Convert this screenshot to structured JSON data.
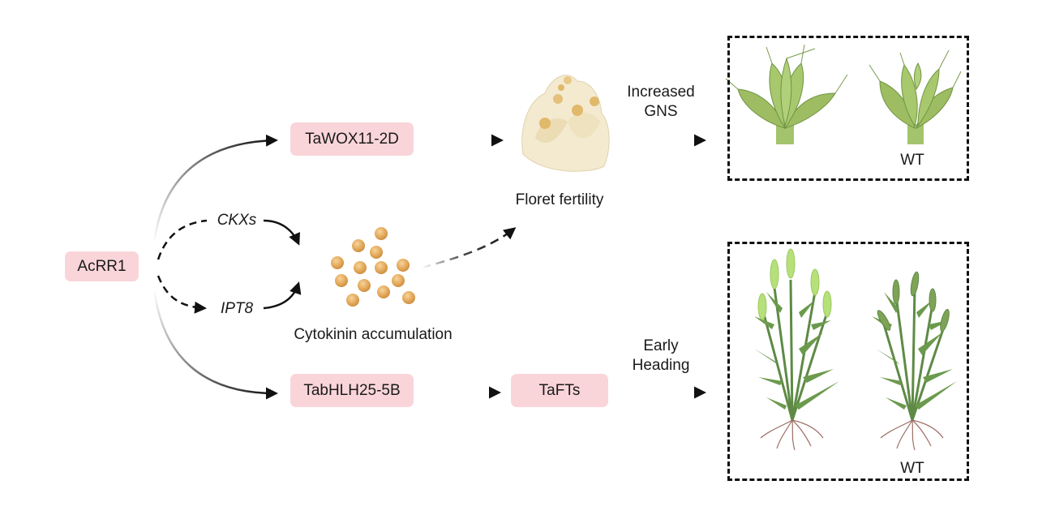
{
  "nodes": {
    "source": "AcRR1",
    "wox": "TaWOX11-2D",
    "bhlh": "TabHLH25-5B",
    "fts": "TaFTs"
  },
  "genes": {
    "ckx": "CKXs",
    "ipt": "IPT8"
  },
  "labels": {
    "cytokinin": "Cytokinin accumulation",
    "floret": "Floret fertility",
    "gns_line1": "Increased",
    "gns_line2": "GNS",
    "heading_line1": "Early",
    "heading_line2": "Heading",
    "wt_spikelet": "WT",
    "wt_plant": "WT"
  },
  "colors": {
    "node_fill": "#f9d5d9",
    "cytokinin": "#e0a652",
    "leaf": "#8fb35a",
    "leaf_dark": "#5f8a3a",
    "stem": "#5e8a45",
    "spike": "#b5e07a",
    "root": "#9c6f66",
    "floret": "#f3ead0"
  },
  "edges": [
    {
      "from": "AcRR1",
      "to": "TaWOX11-2D",
      "style": "solid"
    },
    {
      "from": "AcRR1",
      "to": "CKXs",
      "style": "dashed"
    },
    {
      "from": "AcRR1",
      "to": "IPT8",
      "style": "dashed"
    },
    {
      "from": "AcRR1",
      "to": "TabHLH25-5B",
      "style": "solid"
    },
    {
      "from": "CKXs",
      "to": "Cytokinin accumulation",
      "style": "solid"
    },
    {
      "from": "IPT8",
      "to": "Cytokinin accumulation",
      "style": "solid"
    },
    {
      "from": "TaWOX11-2D",
      "to": "Floret fertility",
      "style": "dashed"
    },
    {
      "from": "Cytokinin accumulation",
      "to": "Floret fertility",
      "style": "dashed"
    },
    {
      "from": "Floret fertility",
      "to": "Increased GNS",
      "style": "solid"
    },
    {
      "from": "TabHLH25-5B",
      "to": "TaFTs",
      "style": "solid"
    },
    {
      "from": "TaFTs",
      "to": "Early Heading",
      "style": "solid"
    }
  ]
}
